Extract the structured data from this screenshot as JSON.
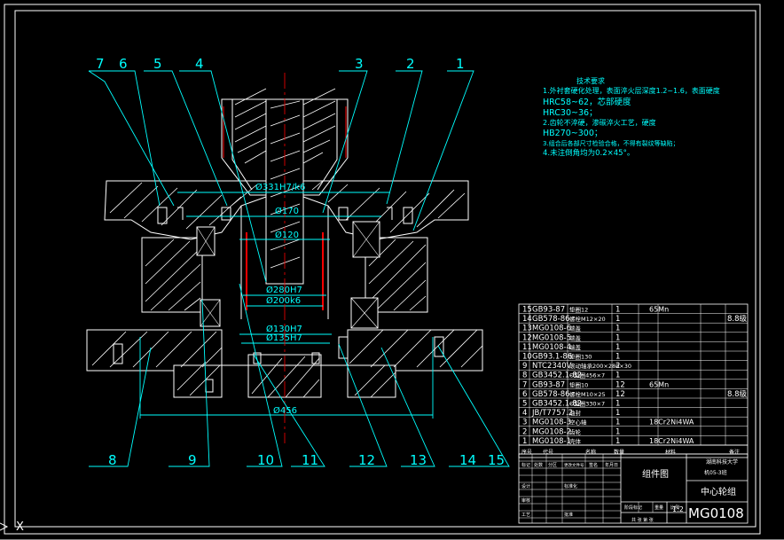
{
  "colors": {
    "background": "#000000",
    "frame": "#ffffff",
    "part": "#ffffff",
    "leader": "#00ffff",
    "dimension": "#00ffff",
    "center_line": "#ff0000",
    "notes": "#00ffff"
  },
  "balloons_top": [
    "7",
    "6",
    "5",
    "4",
    "3",
    "2",
    "1"
  ],
  "balloons_bottom": [
    "8",
    "9",
    "10",
    "11",
    "12",
    "13",
    "14",
    "15"
  ],
  "dimensions": {
    "d331": "Ø331H7/k6",
    "d170": "Ø170",
    "d120": "Ø120",
    "d280": "Ø280H7",
    "d200": "Ø200k6",
    "d130": "Ø130H7",
    "d135": "Ø135H7",
    "d456": "Ø456"
  },
  "notes": {
    "title": "技术要求",
    "lines": [
      "1.外衬套硬化处理，表面淬火层深度1.2~1.6，表面硬度",
      "  HRC58~62，芯部硬度",
      "  HRC30~36；",
      "2.齿轮不淬硬，渗碳淬火工艺，硬度",
      "  HB270~300；",
      "3.组合后各部尺寸检验合格，不得有裂纹等缺陷；",
      "4.未注倒角均为0.2×45°。"
    ]
  },
  "bom": [
    {
      "no": "15",
      "code": "GB93-87",
      "name": "垫圈12",
      "qty": "1",
      "material": "65Mn",
      "note": ""
    },
    {
      "no": "14",
      "code": "GB578-86",
      "name": "螺栓M12×20",
      "qty": "1",
      "material": "",
      "note": "8.8级"
    },
    {
      "no": "13",
      "code": "MG0108-6",
      "name": "端盖",
      "qty": "1",
      "material": "",
      "note": ""
    },
    {
      "no": "12",
      "code": "MG0108-5",
      "name": "端盖",
      "qty": "1",
      "material": "",
      "note": ""
    },
    {
      "no": "11",
      "code": "MG0108-4",
      "name": "端盖",
      "qty": "1",
      "material": "",
      "note": ""
    },
    {
      "no": "10",
      "code": "GB93.1-86",
      "name": "垫圈130",
      "qty": "1",
      "material": "",
      "note": ""
    },
    {
      "no": "9",
      "code": "NTC2340V",
      "name": "滚动轴承200×280×30",
      "qty": "2",
      "material": "",
      "note": ""
    },
    {
      "no": "8",
      "code": "GB3452.1-82",
      "name": "O型圈456×7",
      "qty": "1",
      "material": "",
      "note": ""
    },
    {
      "no": "7",
      "code": "GB93-87",
      "name": "垫圈10",
      "qty": "12",
      "material": "65Mn",
      "note": ""
    },
    {
      "no": "6",
      "code": "GB578-86",
      "name": "螺栓M10×25",
      "qty": "12",
      "material": "",
      "note": "8.8级"
    },
    {
      "no": "5",
      "code": "GB3452.1-82",
      "name": "O型圈330×7",
      "qty": "1",
      "material": "",
      "note": ""
    },
    {
      "no": "4",
      "code": "JB/T7757.2",
      "name": "油封",
      "qty": "1",
      "material": "",
      "note": ""
    },
    {
      "no": "3",
      "code": "MG0108-3",
      "name": "空心轴",
      "qty": "1",
      "material": "18Cr2Ni4WA",
      "note": ""
    },
    {
      "no": "2",
      "code": "MG0108-2",
      "name": "齿轮",
      "qty": "1",
      "material": "",
      "note": ""
    },
    {
      "no": "1",
      "code": "MG0108-1",
      "name": "壳体",
      "qty": "1",
      "material": "18Cr2Ni4WA",
      "note": ""
    }
  ],
  "bom_header": [
    "序号",
    "代号",
    "名称",
    "数量",
    "材料",
    "备注"
  ],
  "title_block": {
    "assembly_label": "组件图",
    "school": "湖南科技大学",
    "class": "机05-3班",
    "drawing_name": "中心轮组",
    "scale": "1:2",
    "drawing_no": "MG0108",
    "row_labels": [
      "标记",
      "处数",
      "分区",
      "更改文件号",
      "签名",
      "年月日"
    ],
    "row_labels2": [
      "设计",
      "标准化",
      "审核",
      "工艺",
      "批准"
    ],
    "stage_labels": [
      "阶段标记",
      "重量",
      "比例"
    ],
    "sheet_label": "共 张 第 张"
  },
  "ucs_label": "X"
}
